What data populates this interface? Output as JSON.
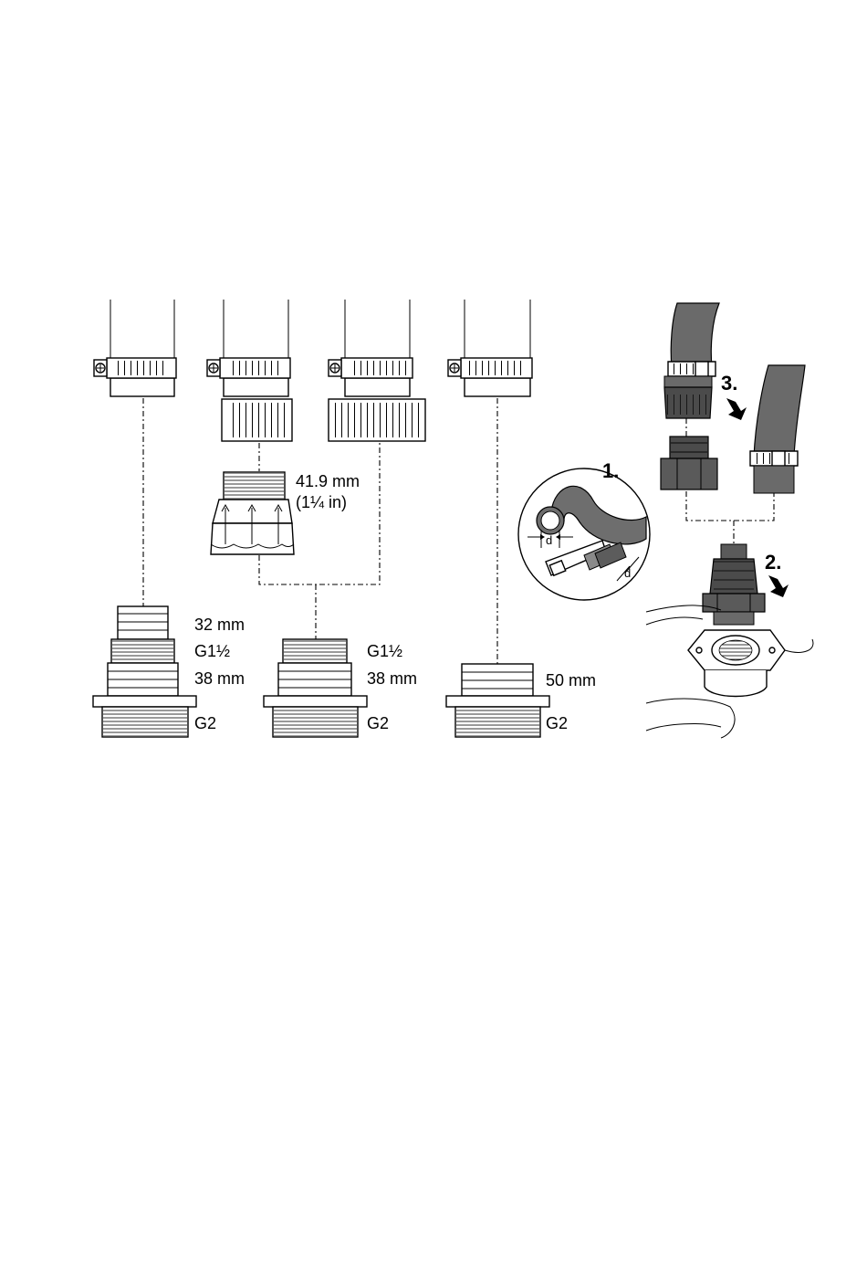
{
  "labels": {
    "hose_thread_adapter": "41.9 mm",
    "hose_thread_adapter_inch": "(1¼ in)",
    "adapter1_hose": "32 mm",
    "adapter1_thread_top": "G1½",
    "adapter1_hose_large": "38 mm",
    "adapter1_thread_bottom": "G2",
    "adapter2_thread_top": "G1½",
    "adapter2_hose": "38 mm",
    "adapter2_thread_bottom": "G2",
    "adapter3_hose": "50 mm",
    "adapter3_thread_bottom": "G2",
    "detail_dimension_1": "d",
    "detail_dimension_2": "d"
  },
  "steps": {
    "step1": "1.",
    "step2": "2.",
    "step3": "3."
  }
}
